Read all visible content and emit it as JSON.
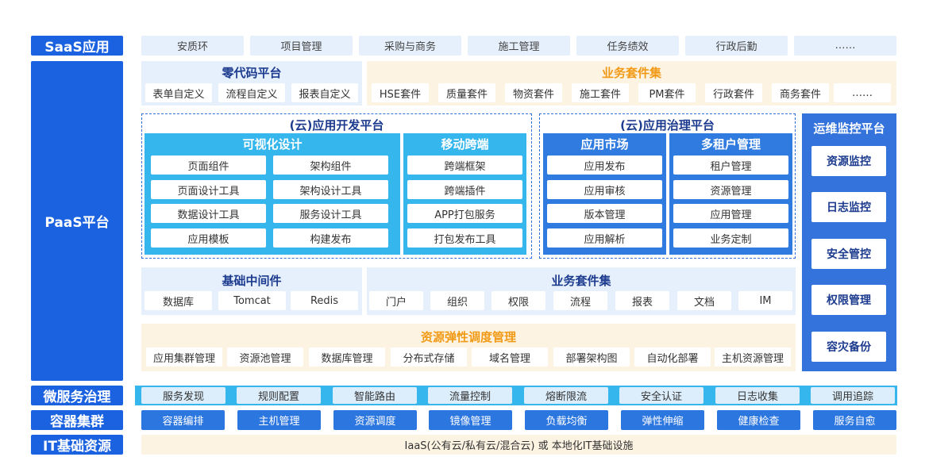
{
  "colors": {
    "primary_blue": "#1a62e0",
    "light_blue": "#e6f0fc",
    "cream": "#fdf3e3",
    "orange_title": "#f19a16",
    "cyan_panel": "#35b6ec",
    "blue_panel": "#2f7be0",
    "dark_title": "#1c3b8e"
  },
  "rows": {
    "saas": "SaaS应用",
    "paas": "PaaS平台",
    "micro": "微服务治理",
    "container": "容器集群",
    "it": "IT基础资源"
  },
  "saas": [
    "安质环",
    "项目管理",
    "采购与商务",
    "施工管理",
    "任务绩效",
    "行政后勤",
    "……"
  ],
  "lowcode": {
    "title": "零代码平台",
    "items": [
      "表单自定义",
      "流程自定义",
      "报表自定义"
    ]
  },
  "suite_top": {
    "title": "业务套件集",
    "items": [
      "HSE套件",
      "质量套件",
      "物资套件",
      "施工套件",
      "PM套件",
      "行政套件",
      "商务套件",
      "……"
    ]
  },
  "devplat": {
    "title": "(云)应用开发平台",
    "visual": {
      "title": "可视化设计",
      "items": [
        "页面组件",
        "架构组件",
        "页面设计工具",
        "架构设计工具",
        "数据设计工具",
        "服务设计工具",
        "应用模板",
        "构建发布"
      ]
    },
    "mobile": {
      "title": "移动跨端",
      "items": [
        "跨端框架",
        "跨端插件",
        "APP打包服务",
        "打包发布工具"
      ]
    }
  },
  "govplat": {
    "title": "(云)应用治理平台",
    "market": {
      "title": "应用市场",
      "items": [
        "应用发布",
        "应用审核",
        "版本管理",
        "应用解析"
      ]
    },
    "tenant": {
      "title": "多租户管理",
      "items": [
        "租户管理",
        "资源管理",
        "应用管理",
        "业务定制"
      ]
    }
  },
  "ops": {
    "title": "运维监控平台",
    "items": [
      "资源监控",
      "日志监控",
      "安全管控",
      "权限管理",
      "容灾备份"
    ]
  },
  "middleware": {
    "title": "基础中间件",
    "items": [
      "数据库",
      "Tomcat",
      "Redis"
    ]
  },
  "suite_mid": {
    "title": "业务套件集",
    "items": [
      "门户",
      "组织",
      "权限",
      "流程",
      "报表",
      "文档",
      "IM"
    ]
  },
  "resource": {
    "title": "资源弹性调度管理",
    "items": [
      "应用集群管理",
      "资源池管理",
      "数据库管理",
      "分布式存储",
      "域名管理",
      "部署架构图",
      "自动化部署",
      "主机资源管理"
    ]
  },
  "micro": [
    "服务发现",
    "规则配置",
    "智能路由",
    "流量控制",
    "熔断限流",
    "安全认证",
    "日志收集",
    "调用追踪"
  ],
  "container": [
    "容器编排",
    "主机管理",
    "资源调度",
    "镜像管理",
    "负载均衡",
    "弹性伸缩",
    "健康检查",
    "服务自愈"
  ],
  "iaas": "IaaS(公有云/私有云/混合云) 或 本地化IT基础设施"
}
